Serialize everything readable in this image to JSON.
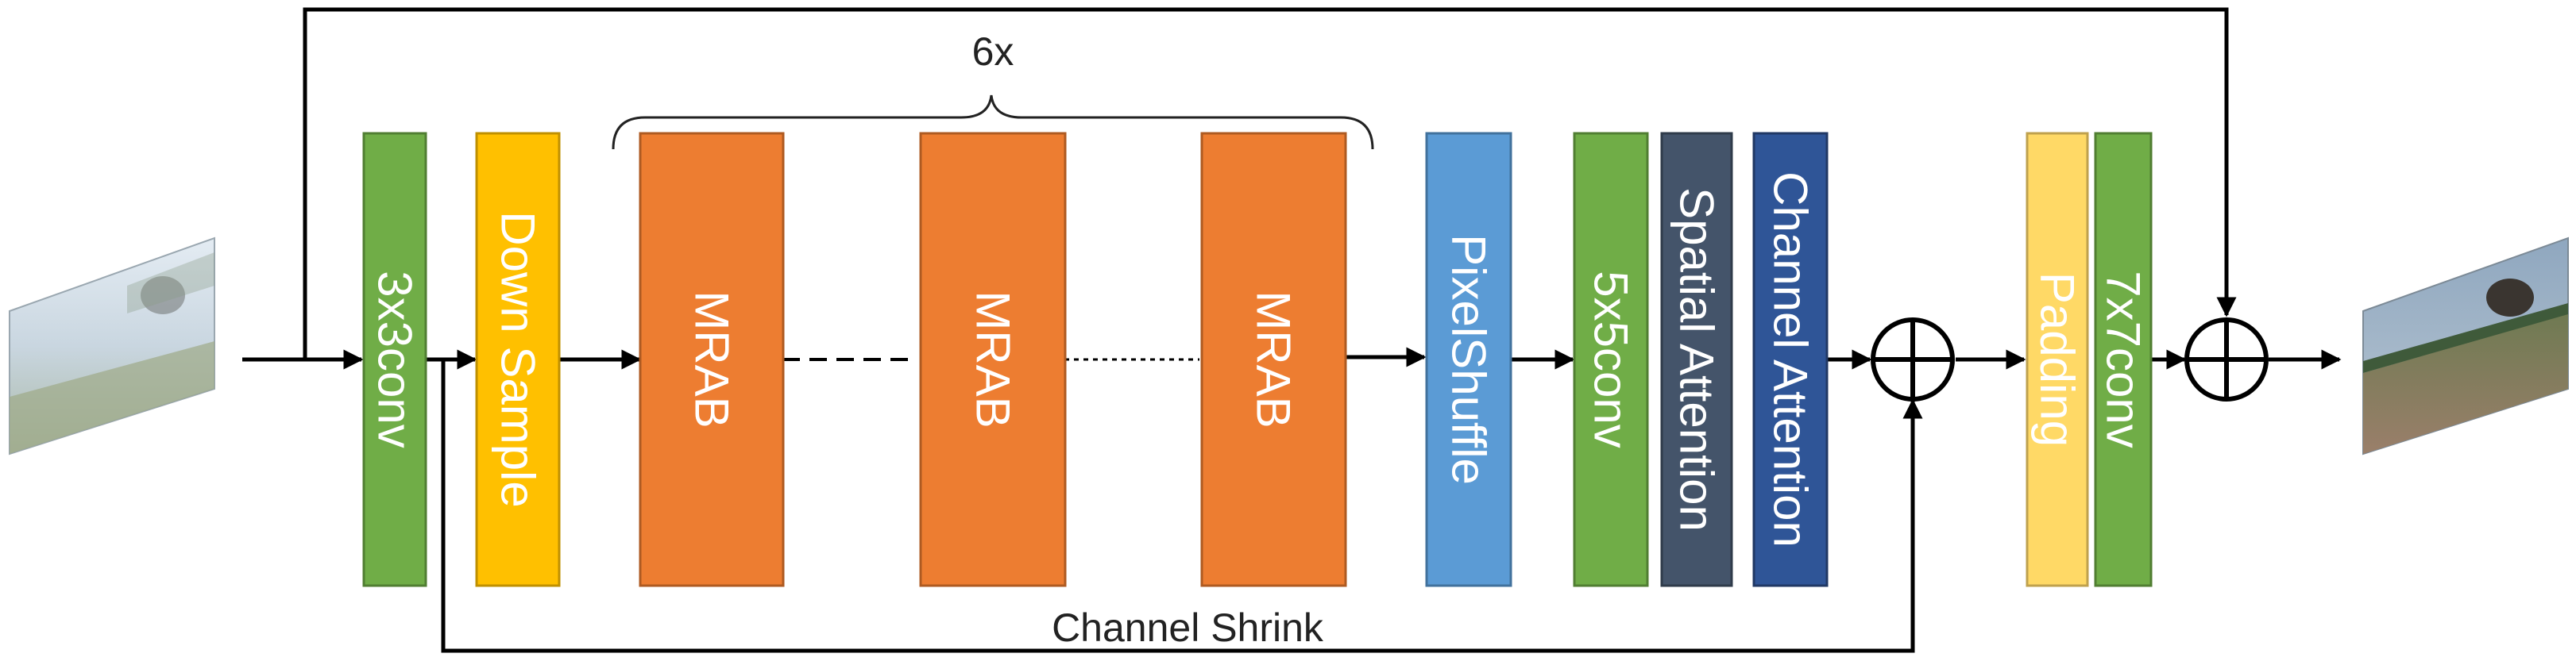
{
  "repeat_label": "6x",
  "skip_label": "Channel Shrink",
  "input_image": {
    "icon": "foggy-field-photo-icon"
  },
  "output_image": {
    "icon": "clear-field-photo-icon"
  },
  "blocks": {
    "conv3": {
      "label": "3x3conv",
      "fill": "#70AD47",
      "text_color": "#ffffff"
    },
    "down": {
      "label": "Down Sample",
      "fill": "#FFC000",
      "text_color": "#ffffff"
    },
    "mrab1": {
      "label": "MRAB",
      "fill": "#ED7D31",
      "text_color": "#ffffff"
    },
    "mrab2": {
      "label": "MRAB",
      "fill": "#ED7D31",
      "text_color": "#ffffff"
    },
    "mrab3": {
      "label": "MRAB",
      "fill": "#ED7D31",
      "text_color": "#ffffff"
    },
    "pixelshuffle": {
      "label": "PixelShuffle",
      "fill": "#5B9BD5",
      "text_color": "#ffffff"
    },
    "conv5": {
      "label": "5x5conv",
      "fill": "#70AD47",
      "text_color": "#ffffff"
    },
    "spatial": {
      "label": "Spatial Attention",
      "fill": "#44546A",
      "text_color": "#ffffff"
    },
    "channel": {
      "label": "Channel Attention",
      "fill": "#2F5597",
      "text_color": "#ffffff"
    },
    "padding": {
      "label": "Padding",
      "fill": "#FFD966",
      "text_color": "#ffffff"
    },
    "conv7": {
      "label": "7x7conv",
      "fill": "#70AD47",
      "text_color": "#ffffff"
    }
  },
  "adders": [
    {
      "icon": "circle-plus-icon"
    },
    {
      "icon": "circle-plus-icon"
    }
  ]
}
